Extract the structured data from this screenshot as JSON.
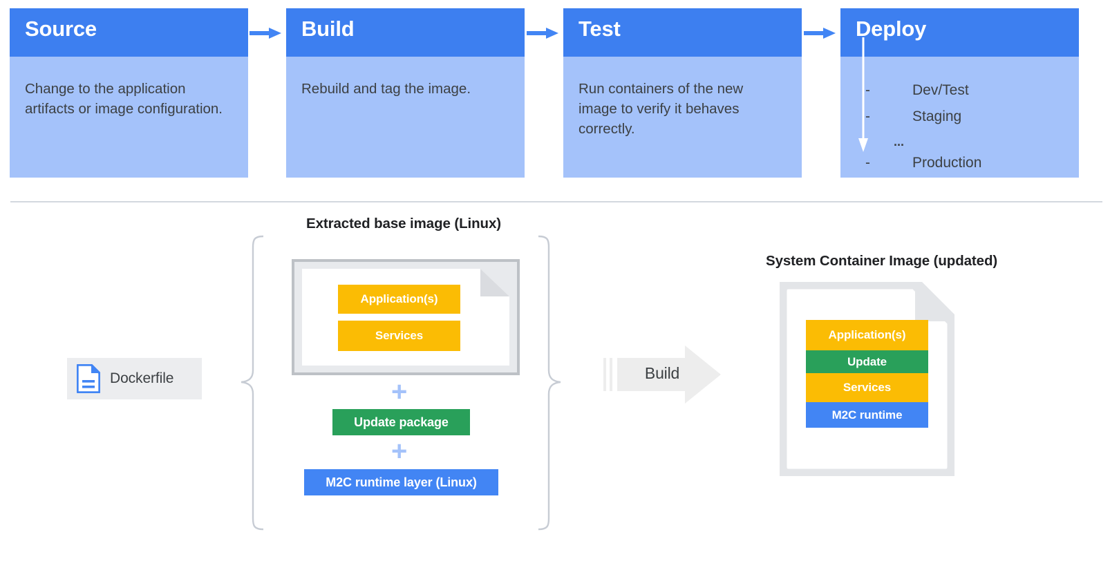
{
  "pipeline": {
    "stages": [
      {
        "title": "Source",
        "body": "Change to the application artifacts or image configuration."
      },
      {
        "title": "Build",
        "body": "Rebuild and tag the image."
      },
      {
        "title": "Test",
        "body": "Run containers of the new image to verify it behaves correctly."
      },
      {
        "title": "Deploy",
        "body": ""
      }
    ],
    "deploy_environments": [
      {
        "marker": "-",
        "label": "Dev/Test"
      },
      {
        "marker": "-",
        "label": "Staging"
      },
      {
        "marker": "...",
        "label": ""
      },
      {
        "marker": "-",
        "label": "Production"
      }
    ],
    "arrow_icon": "arrow-right-icon",
    "deploy_flow_icon": "arrow-down-icon"
  },
  "build_diagram": {
    "base_image_caption": "Extracted base image (Linux)",
    "system_image_caption": "System Container Image (updated)",
    "dockerfile": {
      "label": "Dockerfile",
      "icon": "file-document-icon"
    },
    "build_action": {
      "label": "Build",
      "icon": "arrow-right-block-icon"
    },
    "base_layers": [
      {
        "label": "Application(s)",
        "color": "#FBBC04"
      },
      {
        "label": "Services",
        "color": "#FBBC04"
      }
    ],
    "added_layers": [
      {
        "label": "Update package",
        "color": "#29A05A"
      },
      {
        "label": "M2C runtime layer (Linux)",
        "color": "#4285F4"
      }
    ],
    "plus_symbol": "+",
    "result_layers": [
      {
        "label": "Application(s)",
        "color": "#FBBC04"
      },
      {
        "label": "Update",
        "color": "#29A05A"
      },
      {
        "label": "Services",
        "color": "#FBBC04"
      },
      {
        "label": "M2C runtime",
        "color": "#4285F4"
      }
    ]
  },
  "colors": {
    "header_blue": "#3D7FF0",
    "body_blue": "#A4C2FA",
    "accent_blue": "#4285F4",
    "yellow": "#FBBC04",
    "green": "#29A05A",
    "gray_frame": "#BDC1C6",
    "divider": "#D3D8DF",
    "text_dark": "#3C4043"
  }
}
